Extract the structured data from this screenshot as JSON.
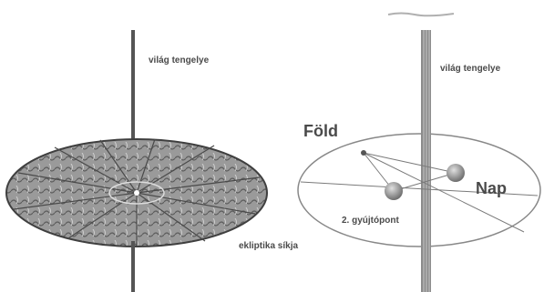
{
  "left_panel": {
    "axis_label": "világ tengelye",
    "plane_label": "ekliptika síkja"
  },
  "right_panel": {
    "axis_label": "világ tengelye",
    "earth_label": "Föld",
    "sun_label": "Nap",
    "focus_label": "2. gyújtópont"
  },
  "colors": {
    "axis": "#555555",
    "disc_fill": "#8a8a8a",
    "text": "#4a4a4a"
  }
}
